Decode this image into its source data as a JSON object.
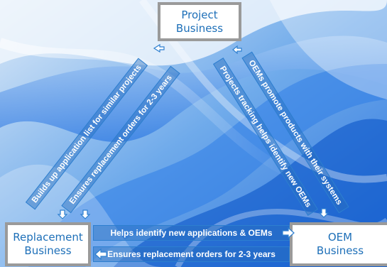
{
  "nodes": {
    "project": "Project\nBusiness",
    "replacement": "Replacement\nBusiness",
    "oem": "OEM\nBusiness"
  },
  "links": {
    "left_outer": "Builds up application list for similar projects",
    "left_inner": "Ensures replacement orders for 2-3 years",
    "right_outer": "OEMs promote products with their systems",
    "right_inner": "Projects tracking helps identify new OEMs",
    "bottom_top": "Helps identify new applications & OEMs",
    "bottom_bottom": "Ensures replacement orders for 2-3 years"
  },
  "colors": {
    "node_text": "#1d6fb8",
    "node_border": "#9a9a9a",
    "band_border": "#2d7fd0",
    "band_fill": "rgba(40,110,190,0.45)"
  }
}
